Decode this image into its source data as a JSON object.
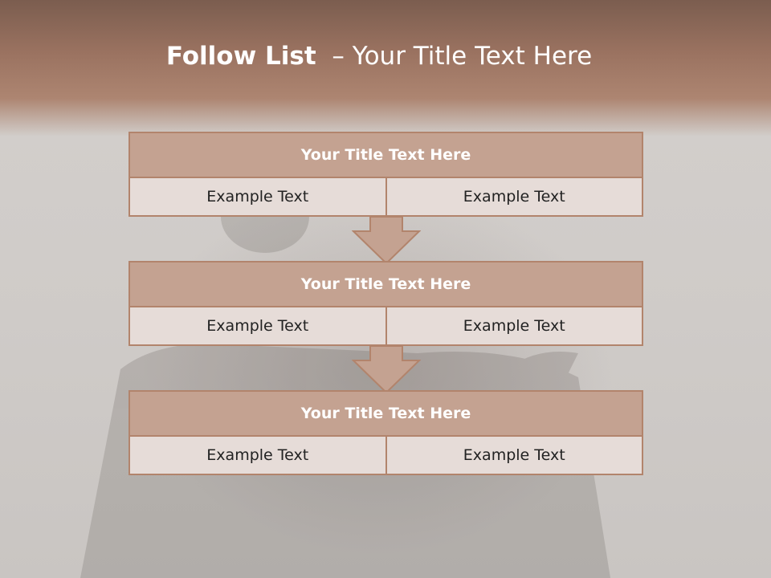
{
  "slide": {
    "title_main": "Follow List",
    "title_separator": "–",
    "title_rest": "Your Title Text Here"
  },
  "blocks": [
    {
      "title": "Your Title Text Here",
      "cells": [
        "Example Text",
        "Example Text"
      ]
    },
    {
      "title": "Your Title Text Here",
      "cells": [
        "Example Text",
        "Example Text"
      ]
    },
    {
      "title": "Your Title Text Here",
      "cells": [
        "Example Text",
        "Example Text"
      ]
    }
  ],
  "colors": {
    "header_brown": "#9a7260",
    "block_title_fill": "#c4a291",
    "block_cell_fill": "#e6dcd8",
    "border": "#b2846c",
    "arrow_fill": "#c4a291"
  }
}
